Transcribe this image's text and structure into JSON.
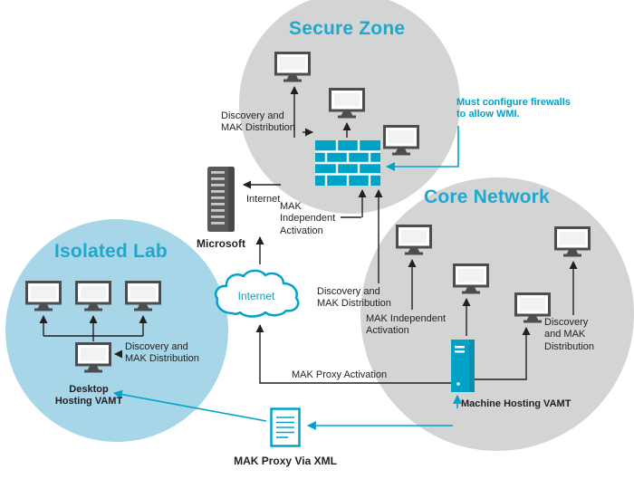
{
  "colors": {
    "accent": "#00A3C8",
    "title": "#1FA8CE",
    "zone_gray": "#D3D4D4",
    "zone_blue": "#A6D6E8",
    "text": "#231F20",
    "icon_gray": "#4D4D4F"
  },
  "zones": {
    "secure": {
      "title": "Secure Zone",
      "discovery_label": "Discovery and\nMAK Distribution",
      "wmi_note": "Must configure firewalls\nto allow WMI."
    },
    "core": {
      "title": "Core Network",
      "mak_independent": "MAK Independent\nActivation",
      "discovery_label": "Discovery\nand MAK\nDistribution",
      "machine_hosting": "Machine Hosting VAMT"
    },
    "isolated": {
      "title": "Isolated Lab",
      "discovery_label": "Discovery and\nMAK Distribution",
      "desktop_hosting": "Desktop\nHosting VAMT"
    }
  },
  "center": {
    "microsoft": "Microsoft",
    "internet_link": "Internet",
    "mak_independent": "MAK\nIndependent\nActivation",
    "cloud": "Internet",
    "discovery_label": "Discovery and\nMAK Distribution",
    "mak_proxy": "MAK Proxy Activation",
    "mak_proxy_xml": "MAK Proxy Via XML"
  },
  "icons": [
    "desktop-computer-icon",
    "firewall-icon",
    "microsoft-server-rack-icon",
    "internet-cloud-icon",
    "vamt-server-tower-icon",
    "xml-document-icon"
  ]
}
